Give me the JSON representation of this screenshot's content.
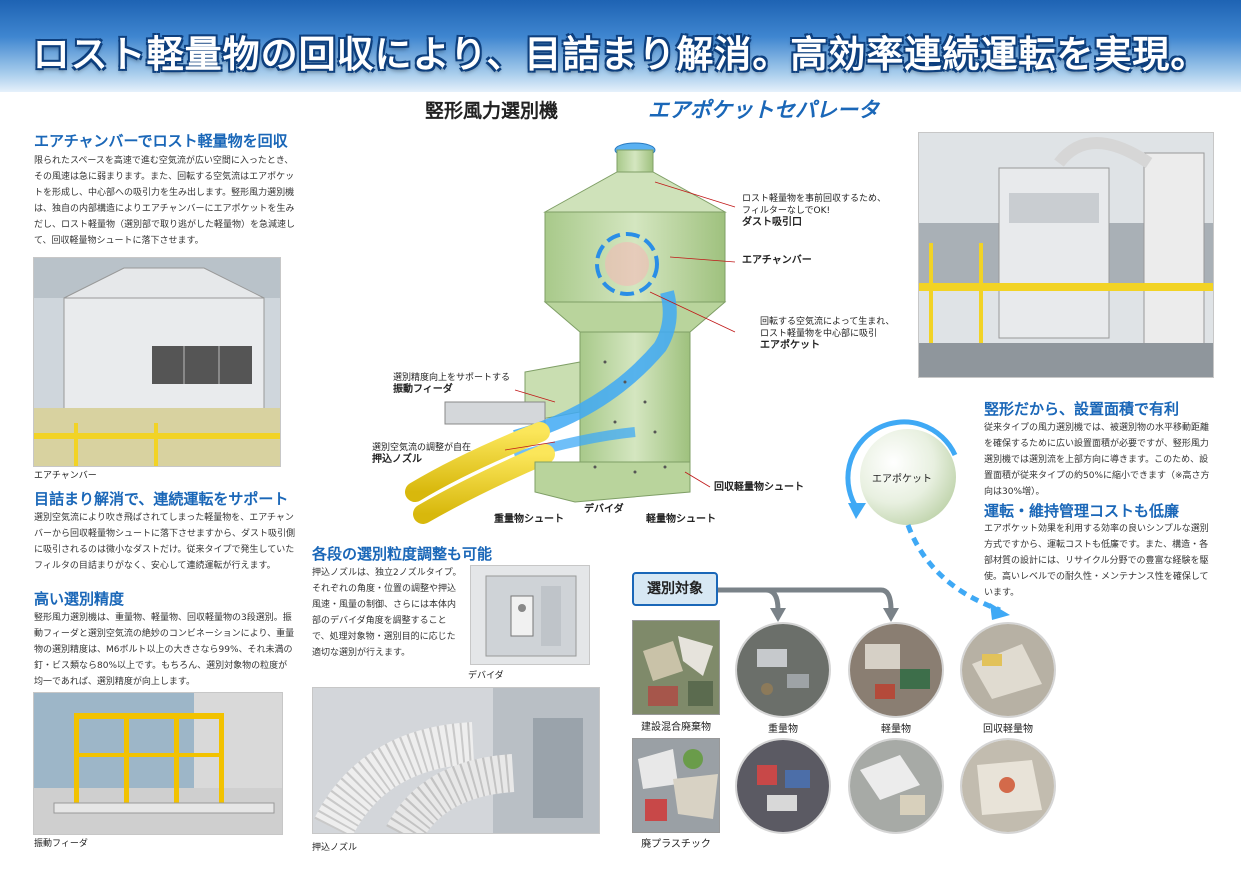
{
  "header": {
    "headline": "ロスト軽量物の回収により、目詰まり解消。高効率連続運転を実現。",
    "product_type": "竪形風力選別機",
    "product_name": "エアポケットセパレータ"
  },
  "left": {
    "sec1_title": "エアチャンバーでロスト軽量物を回収",
    "sec1_body": "限られたスペースを高速で進む空気流が広い空間に入ったとき、その風速は急に弱まります。また、回転する空気流はエアポケットを形成し、中心部への吸引力を生み出します。竪形風力選別機は、独自の内部構造によりエアチャンバーにエアポケットを生みだし、ロスト軽量物（選別部で取り逃がした軽量物）を急減速して、回収軽量物シュートに落下させます。",
    "photo1_caption": "エアチャンバー",
    "sec2_title": "目詰まり解消で、連続運転をサポート",
    "sec2_body": "選別空気流により吹き飛ばされてしまった軽量物を、エアチャンバーから回収軽量物シュートに落下させますから、ダスト吸引側に吸引されるのは微小なダストだけ。従来タイプで発生していたフィルタの目詰まりがなく、安心して連続運転が行えます。",
    "sec3_title": "高い選別精度",
    "sec3_body": "竪形風力選別機は、重量物、軽量物、回収軽量物の3段選別。振動フィーダと選別空気流の絶妙のコンビネーションにより、重量物の選別精度は、M6ボルト以上の大きさなら99%、それ未満の釘・ビス類なら80%以上です。もちろん、選別対象物の粒度が均一であれば、選別精度が向上します。",
    "photo2_caption": "振動フィーダ"
  },
  "middle": {
    "sec4_title": "各段の選別粒度調整も可能",
    "sec4_body": "押込ノズルは、独立2ノズルタイプ。それぞれの角度・位置の調整や押込風速・風量の制御、さらには本体内部のデバイダ角度を調整することで、処理対象物・選別目的に応じた適切な選別が行えます。",
    "divider_caption": "デバイダ",
    "nozzle_caption": "押込ノズル"
  },
  "diagram": {
    "label_dust_1": "ロスト軽量物を事前回収するため、",
    "label_dust_2": "フィルターなしでOK!",
    "label_dust_bold": "ダスト吸引口",
    "label_chamber": "エアチャンバー",
    "label_pocket_1": "回転する空気流によって生まれ、",
    "label_pocket_2": "ロスト軽量物を中心部に吸引",
    "label_pocket_bold": "エアポケット",
    "label_feeder_1": "選別精度向上をサポートする",
    "label_feeder_bold": "振動フィーダ",
    "label_nozzle_1": "選別空気流の調整が自在",
    "label_nozzle_bold": "押込ノズル",
    "label_recovered": "回収軽量物シュート",
    "label_divider": "デバイダ",
    "label_heavy": "重量物シュート",
    "label_light": "軽量物シュート"
  },
  "right": {
    "sec5_title": "竪形だから、設置面積で有利",
    "sec5_body": "従来タイプの風力選別機では、被選別物の水平移動距離を確保するために広い設置面積が必要ですが、竪形風力選別機では選別流を上部方向に導きます。このため、設置面積が従来タイプの約50%に縮小できます（※高さ方向は30%増）。",
    "sec6_title": "運転・維持管理コストも低廉",
    "sec6_body": "エアポケット効果を利用する効率の良いシンプルな選別方式ですから、運転コストも低廉です。また、構造・各部材質の設計には、リサイクル分野での豊富な経験を駆使。高いレベルでの耐久性・メンテナンス性を確保しています。",
    "pocket_label": "エアポケット"
  },
  "sorting": {
    "target_label": "選別対象",
    "row1_input": "建設混合廃棄物",
    "row2_input": "廃プラスチック",
    "out_heavy": "重量物",
    "out_light": "軽量物",
    "out_recovered": "回収軽量物"
  },
  "colors": {
    "accent_blue": "#1a67b8",
    "machine_green": "#bcd6a2",
    "nozzle_yellow": "#f2d325",
    "air_blue": "#3fa9f5"
  }
}
